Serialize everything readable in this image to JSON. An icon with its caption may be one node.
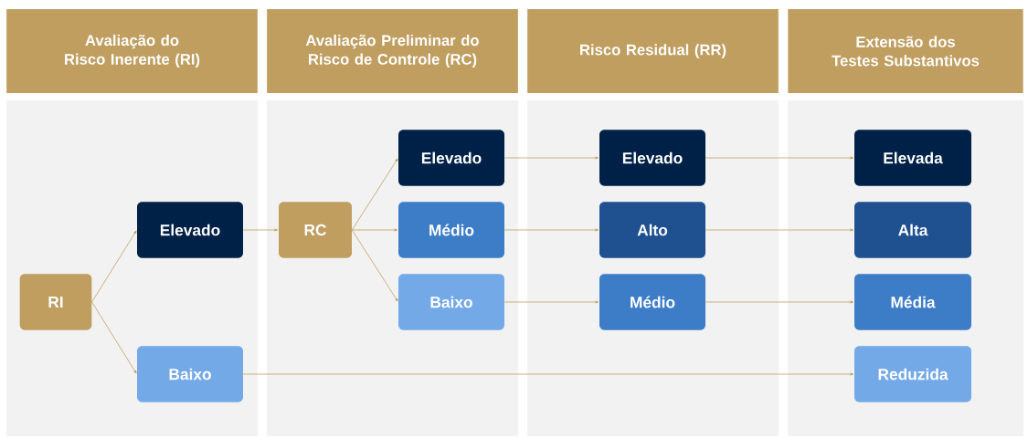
{
  "diagram": {
    "nodes": [
      {
        "text": [
          "Avaliação do Risco Inerente (RI)"
        ]
      },
      {
        "text": [
          "Avaliação Preliminar do Risco de Controle (RC)"
        ]
      },
      {
        "text": [
          "Risco Residual (RR)"
        ]
      },
      {
        "text": [
          "Extensão dos Testes Substantivos"
        ]
      },
      {
        "text": [
          "RI"
        ]
      },
      {
        "text": [
          "Elevado"
        ]
      },
      {
        "text": [
          "Baixo"
        ]
      },
      {
        "text": [
          "RC"
        ]
      },
      {
        "text": [
          "Elevado"
        ]
      },
      {
        "text": [
          "Médio"
        ]
      },
      {
        "text": [
          "Baixo"
        ]
      },
      {
        "text": [
          "Elevado"
        ]
      },
      {
        "text": [
          "Alto"
        ]
      },
      {
        "text": [
          "Médio"
        ]
      },
      {
        "text": [
          "Elevada"
        ]
      },
      {
        "text": [
          "Alta"
        ]
      },
      {
        "text": [
          "Média"
        ]
      },
      {
        "text": [
          "Reduzida"
        ]
      }
    ],
    "edges": [
      {
        "from": 4,
        "to": 5,
        "arrow": "to"
      },
      {
        "from": 4,
        "to": 6,
        "arrow": "to"
      },
      {
        "from": 5,
        "to": 7,
        "arrow": "to"
      },
      {
        "from": 7,
        "to": 8,
        "arrow": "to"
      },
      {
        "from": 7,
        "to": 9,
        "arrow": "to"
      },
      {
        "from": 7,
        "to": 10,
        "arrow": "to"
      },
      {
        "from": 8,
        "to": 11,
        "arrow": "to"
      },
      {
        "from": 9,
        "to": 12,
        "arrow": "to"
      },
      {
        "from": 10,
        "to": 13,
        "arrow": "to"
      },
      {
        "from": 11,
        "to": 14,
        "arrow": "to"
      },
      {
        "from": 12,
        "to": 15,
        "arrow": "to"
      },
      {
        "from": 13,
        "to": 16,
        "arrow": "to"
      },
      {
        "from": 6,
        "to": 17,
        "arrow": "to"
      }
    ]
  }
}
